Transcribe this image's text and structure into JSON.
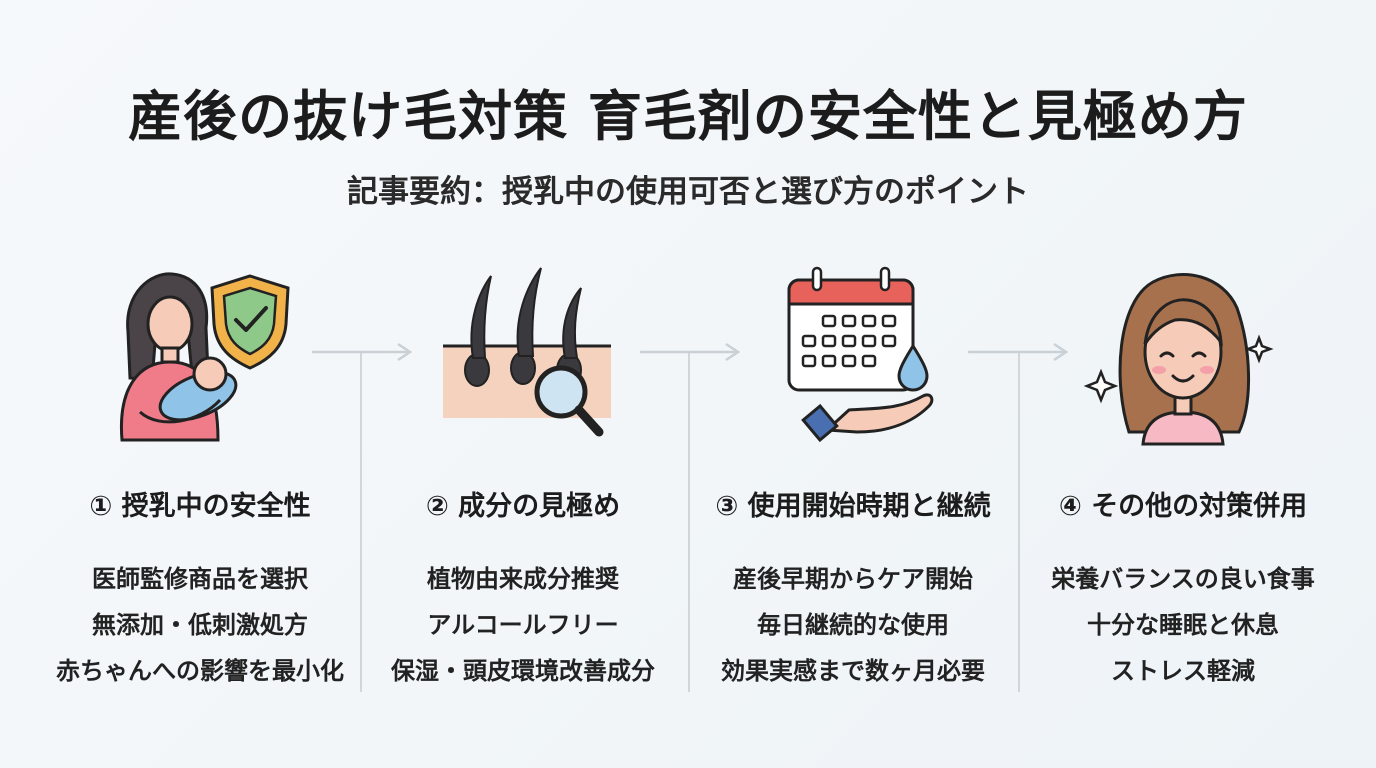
{
  "header": {
    "title": "産後の抜け毛対策 育毛剤の安全性と見極め方",
    "subtitle": "記事要約：授乳中の使用可否と選び方のポイント"
  },
  "sections": [
    {
      "heading": "① 授乳中の安全性",
      "icon": "breastfeeding-mother-shield-icon",
      "items": [
        "医師監修商品を選択",
        "無添加・低刺激処方",
        "赤ちゃんへの影響を最小化"
      ]
    },
    {
      "heading": "② 成分の見極め",
      "icon": "hair-follicle-magnifier-icon",
      "items": [
        "植物由来成分推奨",
        "アルコールフリー",
        "保湿・頭皮環境改善成分"
      ]
    },
    {
      "heading": "③ 使用開始時期と継続",
      "icon": "calendar-hand-drop-icon",
      "items": [
        "産後早期からケア開始",
        "毎日継続的な使用",
        "効果実感まで数ヶ月必要"
      ]
    },
    {
      "heading": "④ その他の対策併用",
      "icon": "happy-woman-icon",
      "items": [
        "栄養バランスの良い食事",
        "十分な睡眠と休息",
        "ストレス軽減"
      ]
    }
  ],
  "colors": {
    "accent_green": "#8fc98a",
    "shield_orange": "#f1b24a",
    "pink": "#f07c8a",
    "baby_blue": "#8fc3e8",
    "calendar_red": "#e8625c",
    "divider": "#cfd6dc"
  }
}
